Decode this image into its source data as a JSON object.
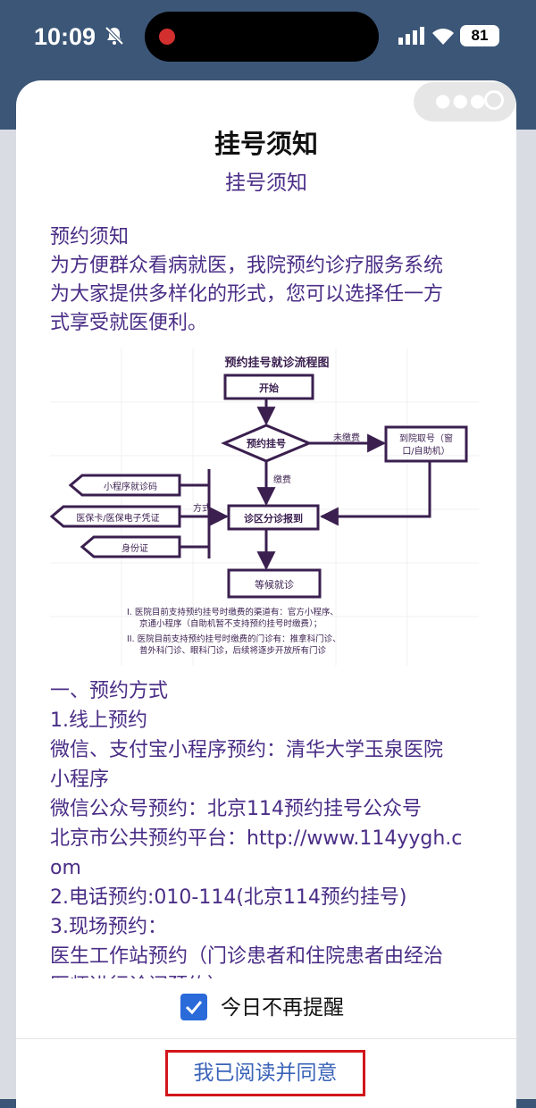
{
  "status_bar": {
    "time": "10:09",
    "battery": "81"
  },
  "dialog": {
    "title": "挂号须知",
    "subtitle": "挂号须知",
    "intro_heading": "预约须知",
    "intro_lines": [
      "为方便群众看病就医，我院预约诊疗服务系统",
      "为大家提供多样化的形式，您可以选择任一方",
      "式享受就医便利。"
    ],
    "flowchart": {
      "title": "预约挂号就诊流程图",
      "start": "开始",
      "register": "预约挂号",
      "unpaid": "未缴费",
      "pickup": "到院取号（窗口/自助机）",
      "pickup_l1": "到院取号（窗",
      "pickup_l2": "口/自助机）",
      "paid": "缴费",
      "miniprogram_code": "小程序就诊码",
      "insurance_card": "医保卡/医保电子凭证",
      "id_card": "身份证",
      "method": "方式",
      "triage": "诊区分诊报到",
      "wait": "等候就诊",
      "note1_l1": "I. 医院目前支持预约挂号时缴费的渠道有：官方小程序、",
      "note1_l2": "京通小程序（自助机暂不支持预约挂号时缴费）；",
      "note2_l1": "II. 医院目前支持预约挂号时缴费的门诊有：推拿科门诊、",
      "note2_l2": "普外科门诊、眼科门诊，后续将逐步开放所有门诊"
    },
    "section_lines": [
      "一、预约方式",
      "1.线上预约",
      "微信、支付宝小程序预约：清华大学玉泉医院",
      "小程序",
      "微信公众号预约：北京114预约挂号公众号",
      "北京市公共预约平台：http://www.114yygh.c",
      "om",
      "2.电话预约:010-114(北京114预约挂号)",
      "3.现场预约：",
      "医生工作站预约（门诊患者和住院患者由经治",
      "医师进行诊间预约）"
    ],
    "remind_checkbox_label": "今日不再提醒",
    "remind_checked": true,
    "agree_button": "我已阅读并同意"
  },
  "colors": {
    "accent_text": "#4a2d86",
    "button_text": "#3a63b8",
    "highlight_border": "#d1161b",
    "checkbox": "#2a6ad9"
  },
  "icons": [
    "bell-slash-icon",
    "signal-icon",
    "wifi-icon",
    "battery-icon",
    "more-dots-icon",
    "close-circle-icon",
    "checkmark-icon"
  ]
}
